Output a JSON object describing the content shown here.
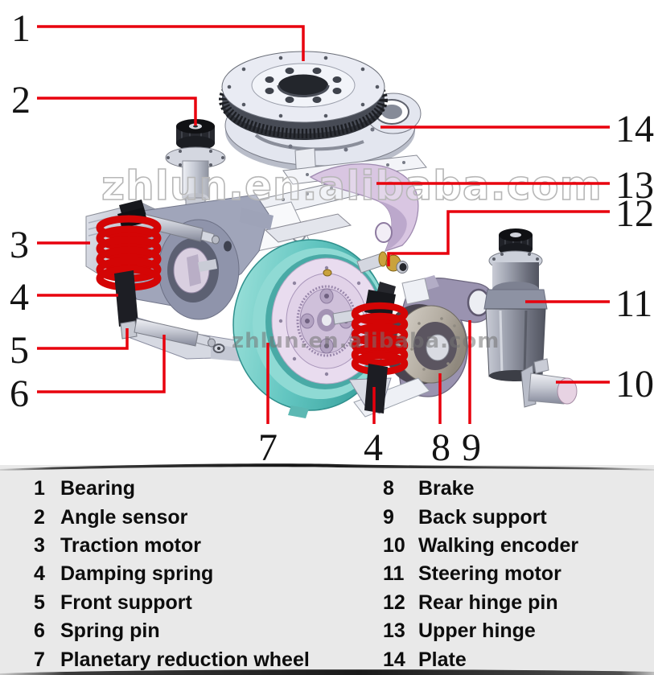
{
  "colors": {
    "accent_red": "#e8000d",
    "spring_red": "#d40505",
    "ink": "#141414",
    "legend_bg": "#e9e9e9",
    "wheel_teal": "#6fd0ca",
    "wheel_teal_dark": "#2f8f8c",
    "hinge_purple": "#d9c6e2",
    "support_gray": "#9a93b0",
    "brass": "#c9a23c"
  },
  "watermarks": {
    "primary": "zhlun.en.alibaba.com",
    "secondary": "zhlun.en.alibaba.com"
  },
  "diagram": {
    "callouts": {
      "n1": "1",
      "n2": "2",
      "n3": "3",
      "n4": "4",
      "n4b": "4",
      "n5": "5",
      "n6": "6",
      "n7": "7",
      "n8": "8",
      "n9": "9",
      "n10": "10",
      "n11": "11",
      "n12": "12",
      "n13": "13",
      "n14": "14"
    }
  },
  "legend": {
    "left": [
      {
        "num": "1",
        "label": "Bearing"
      },
      {
        "num": "2",
        "label": "Angle sensor"
      },
      {
        "num": "3",
        "label": "Traction motor"
      },
      {
        "num": "4",
        "label": "Damping spring"
      },
      {
        "num": "5",
        "label": "Front support"
      },
      {
        "num": "6",
        "label": "Spring pin"
      },
      {
        "num": "7",
        "label": "Planetary reduction wheel"
      }
    ],
    "right": [
      {
        "num": "8",
        "label": "Brake"
      },
      {
        "num": "9",
        "label": "Back support"
      },
      {
        "num": "10",
        "label": "Walking encoder"
      },
      {
        "num": "11",
        "label": "Steering motor"
      },
      {
        "num": "12",
        "label": "Rear hinge pin"
      },
      {
        "num": "13",
        "label": "Upper hinge"
      },
      {
        "num": "14",
        "label": "Plate"
      }
    ]
  }
}
